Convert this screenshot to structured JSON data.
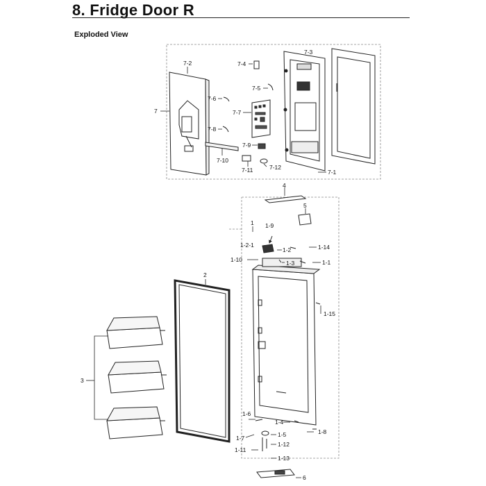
{
  "header": {
    "title": "8.  Fridge Door R",
    "subtitle": "Exploded View"
  },
  "callouts": {
    "c7_2": "7-2",
    "c7_3": "7-3",
    "c7_4": "7-4",
    "c7_5": "7-5",
    "c7_6": "7-6",
    "c7": "7",
    "c7_7": "7-7",
    "c7_8": "7-8",
    "c7_9": "7-9",
    "c7_10": "7-10",
    "c7_11": "7-11",
    "c7_12": "7-12",
    "c7_1": "7-1",
    "c4": "4",
    "c5": "5",
    "c1": "1",
    "c1_9": "1-9",
    "c1_2_1": "1-2-1",
    "c1_2": "1-2",
    "c1_14": "1-14",
    "c1_10": "1-10",
    "c1_3": "1-3",
    "c1_1": "1-1",
    "c2": "2",
    "c1_15": "1-15",
    "c3": "3",
    "c1_6": "1-6",
    "c1_4": "1-4",
    "c1_8": "1-8",
    "c1_7": "1-7",
    "c1_5": "1-5",
    "c1_12": "1-12",
    "c1_11": "1-11",
    "c1_13": "1-13",
    "c6": "6"
  }
}
